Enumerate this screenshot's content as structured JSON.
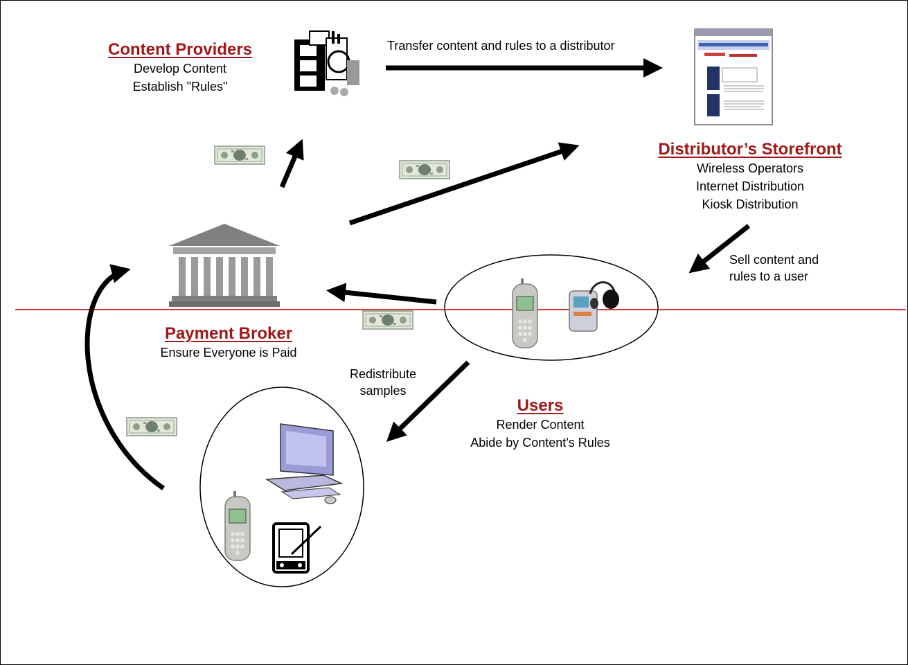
{
  "content_providers": {
    "title": "Content Providers",
    "lines": [
      "Develop Content",
      "Establish \"Rules\""
    ]
  },
  "storefront": {
    "title": "Distributor’s Storefront",
    "lines": [
      "Wireless Operators",
      "Internet Distribution",
      "Kiosk Distribution"
    ]
  },
  "payment_broker": {
    "title": "Payment Broker",
    "lines": [
      "Ensure Everyone is Paid"
    ]
  },
  "users": {
    "title": "Users",
    "lines": [
      "Render Content",
      "Abide by Content's Rules"
    ]
  },
  "edges": {
    "transfer": "Transfer content and rules to a distributor",
    "sell": [
      "Sell content and",
      "rules to a user"
    ],
    "redistribute": [
      "Redistribute",
      "samples"
    ]
  },
  "icons": {
    "provider": "media-collage-icon",
    "storefront": "web-page-icon",
    "bank": "bank-building-icon",
    "phone": "mobile-phone-icon",
    "music_player": "music-player-headphones-icon",
    "computer": "desktop-computer-icon",
    "pda": "pda-stylus-icon",
    "money": "dollar-bill-icon"
  },
  "colors": {
    "title": "#a01818",
    "divider": "#c00000",
    "arrow": "#000000"
  }
}
